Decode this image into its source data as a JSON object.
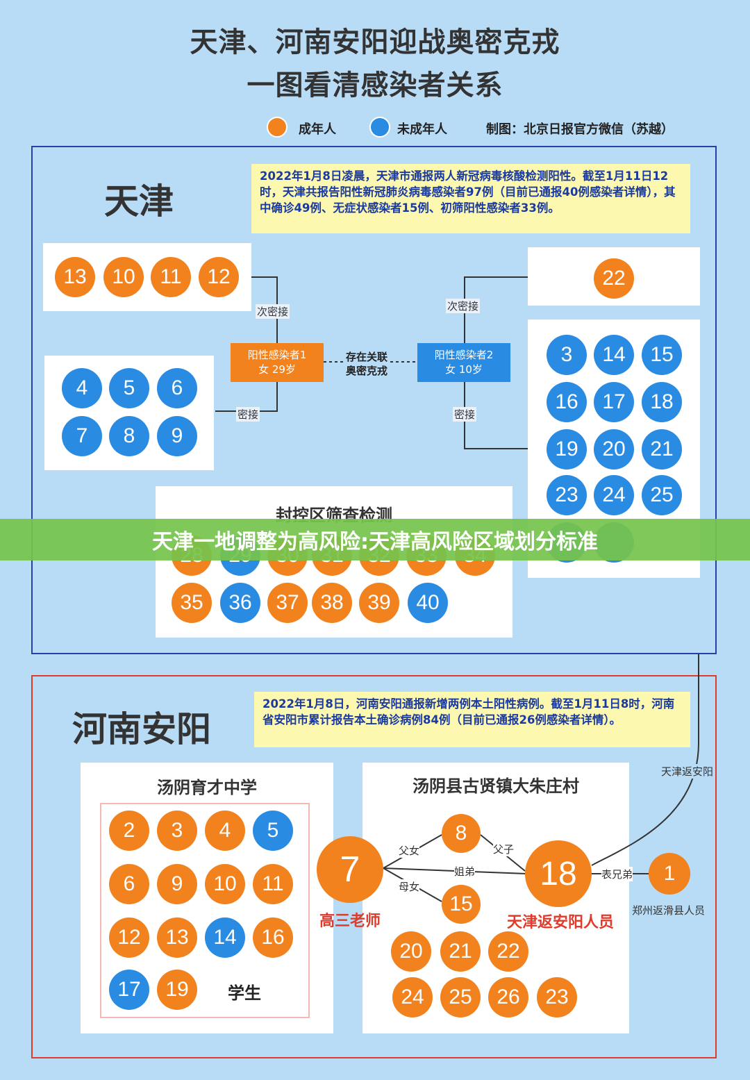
{
  "title": {
    "line1": "天津、河南安阳迎战奥密克戎",
    "line2": "一图看清感染者关系"
  },
  "legend": {
    "adult": "成年人",
    "minor": "未成年人",
    "credit": "制图：北京日报官方微信（苏越）"
  },
  "colors": {
    "adult": "#f2821d",
    "minor": "#2a8be2",
    "tianjin_border": "#2a3ea8",
    "anyang_border": "#e03a2a",
    "note_bg": "#fdf8b0",
    "banner": "#7cc652"
  },
  "tianjin": {
    "region": "天津",
    "note": "2022年1月8日凌晨，天津市通报两人新冠病毒核酸检测阳性。截至1月11日12时，天津共报告阳性新冠肺炎病毒感染者97例（目前已通报40例感染者详情），其中确诊49例、无症状感染者15例、初筛阳性感染者33例。",
    "patient1": {
      "line1": "阳性感染者1",
      "line2": "女 29岁"
    },
    "patient2": {
      "line1": "阳性感染者2",
      "line2": "女 10岁"
    },
    "link": {
      "line1": "存在关联",
      "line2": "奥密克戎"
    },
    "secondary_contact": "次密接",
    "close_contact": "密接",
    "group_a": [
      {
        "n": "13",
        "t": "adult"
      },
      {
        "n": "10",
        "t": "adult"
      },
      {
        "n": "11",
        "t": "adult"
      },
      {
        "n": "12",
        "t": "adult"
      }
    ],
    "group_b": [
      {
        "n": "4",
        "t": "minor"
      },
      {
        "n": "5",
        "t": "minor"
      },
      {
        "n": "6",
        "t": "minor"
      },
      {
        "n": "7",
        "t": "minor"
      },
      {
        "n": "8",
        "t": "minor"
      },
      {
        "n": "9",
        "t": "minor"
      }
    ],
    "group_c": [
      {
        "n": "22",
        "t": "adult"
      }
    ],
    "group_d": [
      {
        "n": "3",
        "t": "minor"
      },
      {
        "n": "14",
        "t": "minor"
      },
      {
        "n": "15",
        "t": "minor"
      },
      {
        "n": "16",
        "t": "minor"
      },
      {
        "n": "17",
        "t": "minor"
      },
      {
        "n": "18",
        "t": "minor"
      },
      {
        "n": "19",
        "t": "minor"
      },
      {
        "n": "20",
        "t": "minor"
      },
      {
        "n": "21",
        "t": "minor"
      },
      {
        "n": "23",
        "t": "minor"
      },
      {
        "n": "24",
        "t": "minor"
      },
      {
        "n": "25",
        "t": "minor"
      },
      {
        "n": "",
        "t": "minor"
      },
      {
        "n": "",
        "t": "minor"
      }
    ],
    "screening": {
      "title": "封控区筛查检测",
      "row1": [
        {
          "n": "28",
          "t": "adult"
        },
        {
          "n": "29",
          "t": "minor"
        },
        {
          "n": "30",
          "t": "adult"
        },
        {
          "n": "31",
          "t": "adult"
        },
        {
          "n": "32",
          "t": "adult"
        },
        {
          "n": "33",
          "t": "adult"
        },
        {
          "n": "34",
          "t": "adult"
        }
      ],
      "row2": [
        {
          "n": "35",
          "t": "adult"
        },
        {
          "n": "36",
          "t": "minor"
        },
        {
          "n": "37",
          "t": "adult"
        },
        {
          "n": "38",
          "t": "adult"
        },
        {
          "n": "39",
          "t": "adult"
        },
        {
          "n": "40",
          "t": "minor"
        }
      ]
    }
  },
  "banner": {
    "text": "天津一地调整为高风险:天津高风险区域划分标准"
  },
  "anyang": {
    "region": "河南安阳",
    "note": "2022年1月8日，河南安阳通报新增两例本土阳性病例。截至1月11日8时，河南省安阳市累计报告本土确诊病例84例（目前已通报26例感染者详情）。",
    "school": {
      "title": "汤阴育才中学",
      "students": [
        {
          "n": "2",
          "t": "adult"
        },
        {
          "n": "3",
          "t": "adult"
        },
        {
          "n": "4",
          "t": "adult"
        },
        {
          "n": "5",
          "t": "minor"
        },
        {
          "n": "6",
          "t": "adult"
        },
        {
          "n": "9",
          "t": "adult"
        },
        {
          "n": "10",
          "t": "adult"
        },
        {
          "n": "11",
          "t": "adult"
        },
        {
          "n": "12",
          "t": "adult"
        },
        {
          "n": "13",
          "t": "adult"
        },
        {
          "n": "14",
          "t": "minor"
        },
        {
          "n": "16",
          "t": "adult"
        },
        {
          "n": "17",
          "t": "minor"
        },
        {
          "n": "19",
          "t": "adult"
        }
      ],
      "students_label": "学生"
    },
    "village": {
      "title": "汤阴县古贤镇大朱庄村",
      "bottom": [
        {
          "n": "20",
          "t": "adult"
        },
        {
          "n": "21",
          "t": "adult"
        },
        {
          "n": "22",
          "t": "adult"
        },
        {
          "n": "24",
          "t": "adult"
        },
        {
          "n": "25",
          "t": "adult"
        },
        {
          "n": "26",
          "t": "adult"
        },
        {
          "n": "23",
          "t": "adult"
        }
      ]
    },
    "case7": {
      "n": "7",
      "label": "高三老师"
    },
    "case8": {
      "n": "8"
    },
    "case15": {
      "n": "15"
    },
    "case18": {
      "n": "18",
      "label": "天津返安阳人员"
    },
    "case1": {
      "n": "1",
      "label": "郑州返滑县人员"
    },
    "relations": {
      "father_daughter": "父女",
      "father_son": "父子",
      "siblings": "姐弟",
      "mother_daughter": "母女",
      "cousins": "表兄弟",
      "tianjin_return": "天津返安阳"
    }
  }
}
